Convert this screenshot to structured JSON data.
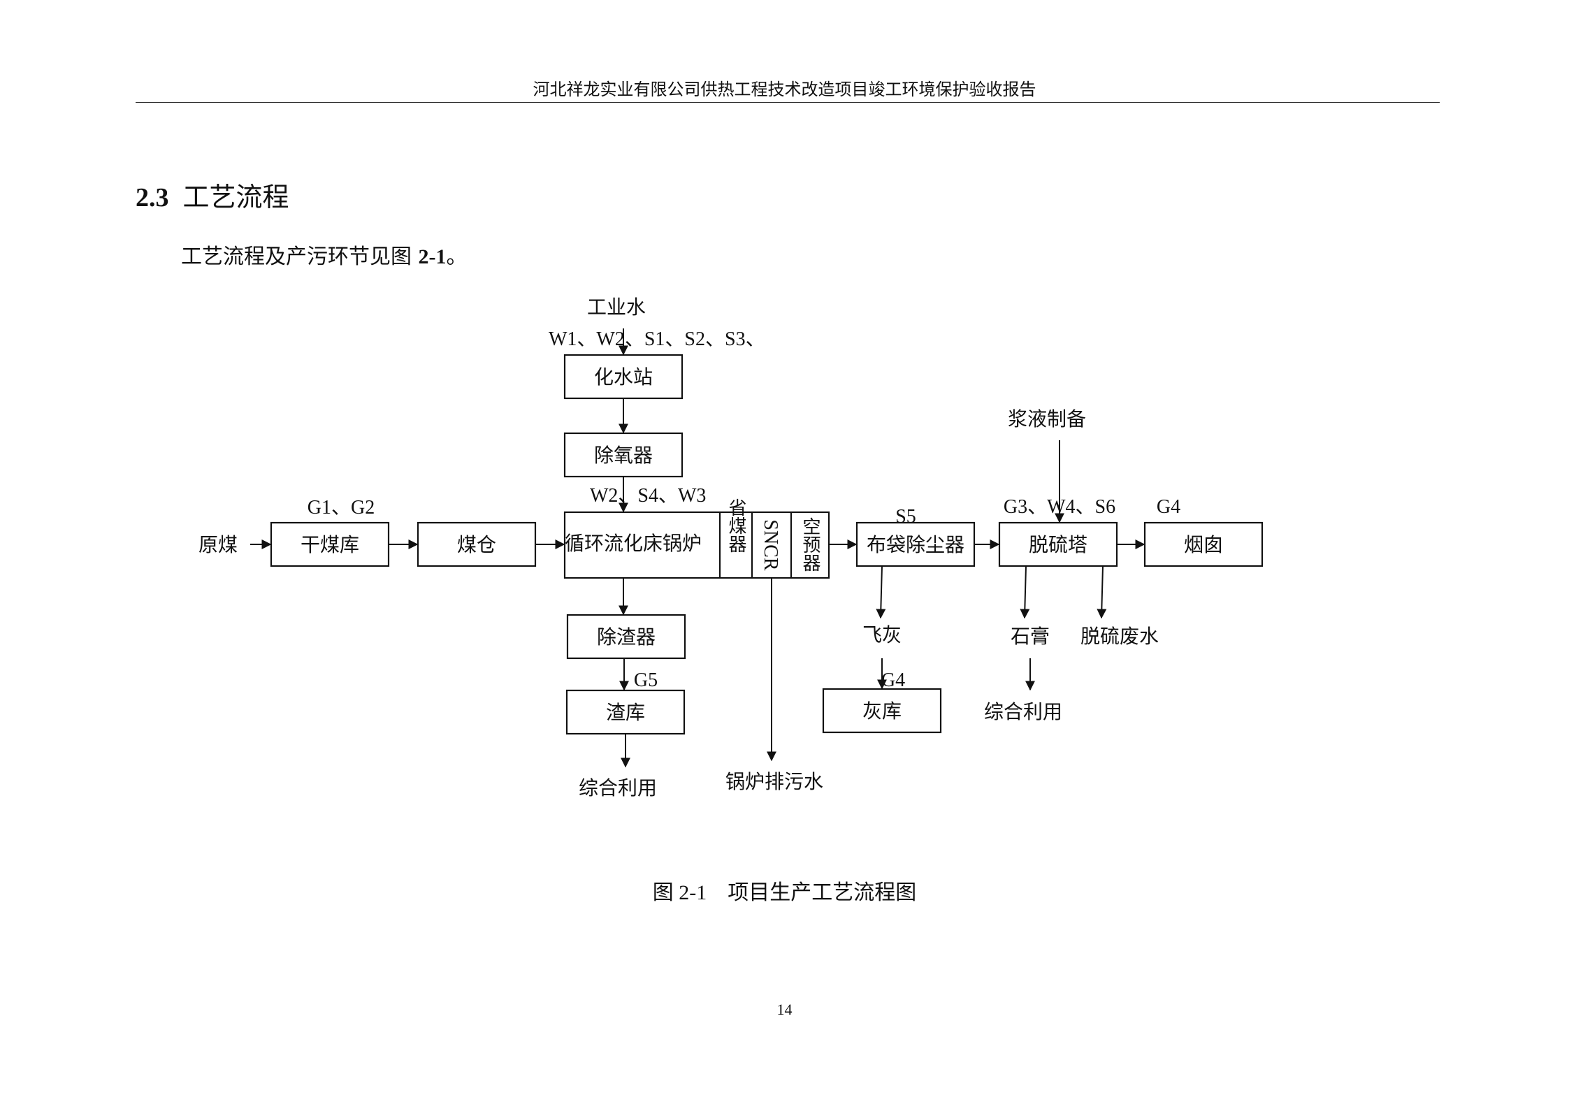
{
  "header": {
    "title": "河北祥龙实业有限公司供热工程技术改造项目竣工环境保护验收报告"
  },
  "section": {
    "number": "2.3",
    "title": "工艺流程"
  },
  "intro": {
    "text_before": "工艺流程及产污环节见图 ",
    "ref": "2-1",
    "text_after": "。"
  },
  "diagram": {
    "inputs": {
      "industrial_water": "工业水",
      "raw_coal": "原煤",
      "slurry_prep": "浆液制备"
    },
    "emission_labels": {
      "chem_water": "W1、W2、S1、S2、S3、",
      "boiler": "W2、S4、W3",
      "coal_storage": "G1、G2",
      "dust_collector": "S5",
      "desulfurizer": "G3、W4、S6",
      "chimney": "G4",
      "slag": "G5",
      "ash": "G4"
    },
    "nodes": {
      "chem_water_station": "化水站",
      "deaerator": "除氧器",
      "dry_coal_shed": "干煤库",
      "coal_bunker": "煤仓",
      "cfb_boiler": "循环流化床锅炉",
      "economizer": "省煤器",
      "sncr": "SNCR",
      "air_preheater": "空预器",
      "bag_filter": "布袋除尘器",
      "desulfurization_tower": "脱硫塔",
      "chimney": "烟囱",
      "slag_remover": "除渣器",
      "slag_storage": "渣库",
      "ash_storage": "灰库"
    },
    "outputs": {
      "slag_use": "综合利用",
      "blowdown": "锅炉排污水",
      "fly_ash": "飞灰",
      "gypsum": "石膏",
      "desulf_wastewater": "脱硫废水",
      "gypsum_use": "综合利用"
    }
  },
  "caption": {
    "figure_number": "图 2-1",
    "title": "项目生产工艺流程图"
  },
  "page_number": "14"
}
